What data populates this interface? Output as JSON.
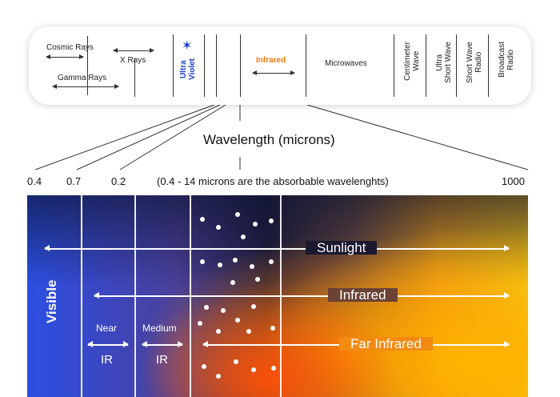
{
  "spectrum": {
    "cosmic_rays": "Cosmic Rays",
    "x_rays": "X Rays",
    "gamma_rays": "Gamma Rays",
    "ultra_violet": "Ultra\nViolet",
    "infrared": "Infrared",
    "microwaves": "Microwaves",
    "centimeter_wave": "Centimeter\nWave",
    "ultra_short_wave": "Ultra\nShort Wave",
    "short_wave_radio": "Short Wave\nRadio",
    "broadcast_radio": "Broadcast\nRadio"
  },
  "wavelength": {
    "title": "Wavelength (microns)",
    "ticks": [
      "0.4",
      "0.7",
      "0.2",
      "(0.4 - 14 microns are the absorbable wavelenghts)",
      "1000"
    ]
  },
  "bands": {
    "visible": "Visible",
    "near": "Near",
    "near_ir": "IR",
    "medium": "Medium",
    "medium_ir": "IR",
    "sunlight": "Sunlight",
    "infrared": "Infrared",
    "far_infrared": "Far Infrared"
  },
  "colors": {
    "ultra_violet": "#1c3fd0",
    "infrared": "#f07a10",
    "visible_blue": "#2b4fe3",
    "warm_yellow": "#f4c215"
  }
}
